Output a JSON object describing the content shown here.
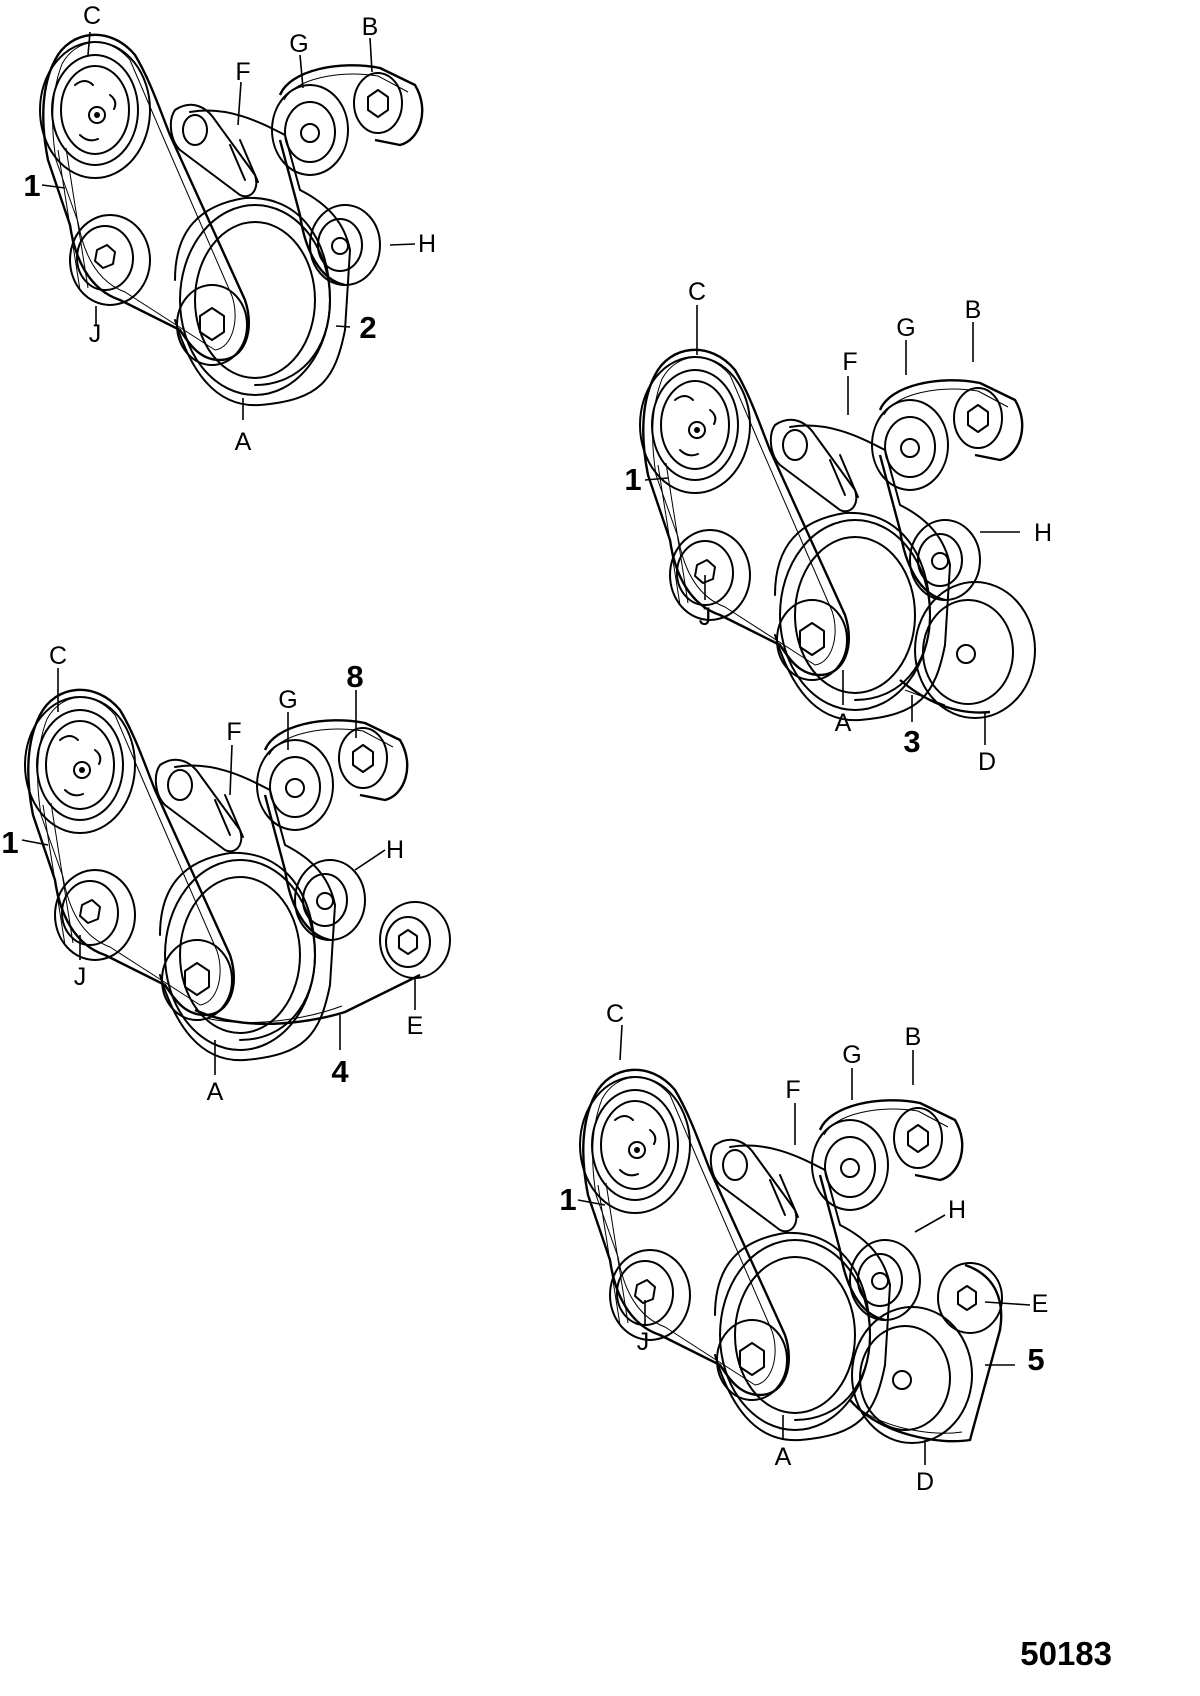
{
  "document_number": "50183",
  "diagrams": [
    {
      "callouts": {
        "C": "C",
        "F": "F",
        "G": "G",
        "B": "B",
        "H": "H",
        "J": "J",
        "A": "A"
      },
      "belts": {
        "primary": "1",
        "secondary": "2"
      }
    },
    {
      "callouts": {
        "C": "C",
        "F": "F",
        "G": "G",
        "B": "B",
        "H": "H",
        "J": "J",
        "A": "A",
        "D": "D"
      },
      "belts": {
        "primary": "1",
        "secondary": "3"
      }
    },
    {
      "callouts": {
        "C": "C",
        "F": "F",
        "G": "G",
        "H": "H",
        "J": "J",
        "A": "A",
        "E": "E"
      },
      "belts": {
        "primary": "1",
        "secondary": "4"
      },
      "item_number": "8"
    },
    {
      "callouts": {
        "C": "C",
        "F": "F",
        "G": "G",
        "B": "B",
        "H": "H",
        "J": "J",
        "A": "A",
        "E": "E",
        "D": "D"
      },
      "belts": {
        "primary": "1",
        "secondary": "5"
      }
    }
  ]
}
